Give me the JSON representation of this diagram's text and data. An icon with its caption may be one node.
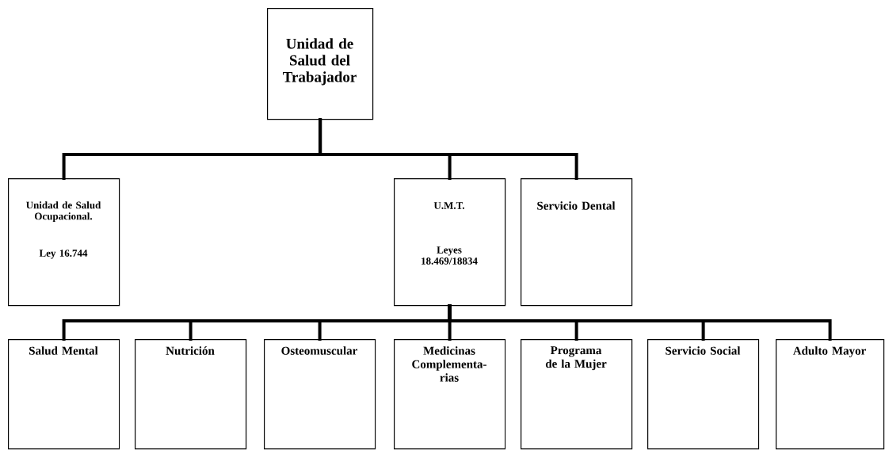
{
  "diagram": {
    "nodes": [
      {
        "text": [
          "Unidad de Salud del Trabajador"
        ]
      },
      {
        "text": [
          "Unidad de Salud Ocupacional.",
          "Ley 16.744"
        ]
      },
      {
        "text": [
          "U.M.T.",
          "Leyes 18.469/18834"
        ]
      },
      {
        "text": [
          "Servicio Dental"
        ]
      },
      {
        "text": [
          "Salud Mental"
        ]
      },
      {
        "text": [
          "Nutrición"
        ]
      },
      {
        "text": [
          "Osteomuscular"
        ]
      },
      {
        "text": [
          "Medicinas Complementa-rias"
        ]
      },
      {
        "text": [
          "Programa de la Mujer"
        ]
      },
      {
        "text": [
          "Servicio Social"
        ]
      },
      {
        "text": [
          "Adulto Mayor"
        ]
      }
    ],
    "edges": [
      {
        "from": 0,
        "to": 1,
        "arrow": "none"
      },
      {
        "from": 0,
        "to": 2,
        "arrow": "none"
      },
      {
        "from": 0,
        "to": 3,
        "arrow": "none"
      },
      {
        "from": 2,
        "to": 4,
        "arrow": "none"
      },
      {
        "from": 2,
        "to": 5,
        "arrow": "none"
      },
      {
        "from": 2,
        "to": 6,
        "arrow": "none"
      },
      {
        "from": 2,
        "to": 7,
        "arrow": "none"
      },
      {
        "from": 2,
        "to": 8,
        "arrow": "none"
      },
      {
        "from": 2,
        "to": 9,
        "arrow": "none"
      },
      {
        "from": 2,
        "to": 10,
        "arrow": "none"
      }
    ]
  }
}
